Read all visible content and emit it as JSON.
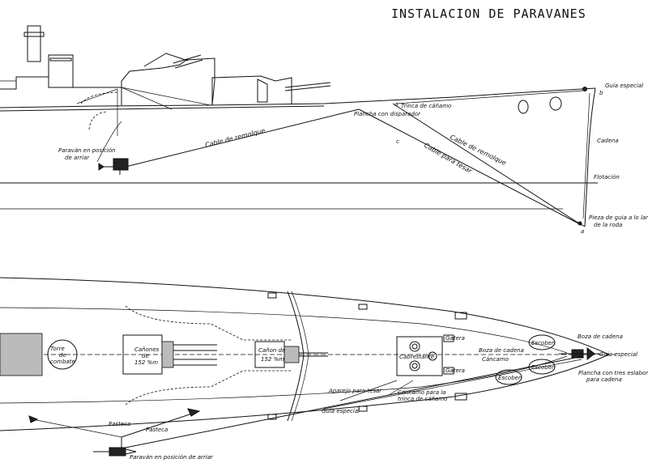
{
  "title": "INSTALACION DE PARAVANES",
  "elevation": {
    "guia_especial": "Guía especial",
    "b": "b",
    "a_small": "a",
    "trinca": "Trinca de cáñamo",
    "plancha": "Plancha con disparador",
    "paravan_1": "Paraván en posición",
    "paravan_2": "de arriar",
    "cable_remolque_1": "Cable de remolque",
    "cable_remolque_2": "Cable de remolque",
    "c": "c",
    "cable_tesar": "Cable para tesar",
    "cadena": "Cadena",
    "flotacion": "Flotación",
    "pieza_1": "Pieza de guia a lo largo",
    "pieza_2": "de la roda",
    "a": "a"
  },
  "plan": {
    "torre_1": "Torre",
    "torre_2": "de",
    "torre_3": "combate",
    "canones_1": "Cañones",
    "canones_2": "de",
    "canones_3": "152 %m",
    "canon_1": "Cañon de",
    "canon_2": "152 %m",
    "cabrestante": "Cabrestante",
    "gatera_1": "Gatera",
    "gatera_2": "Gatera",
    "boza_1": "Boza de cadena",
    "boza_2": "Boza de cadena",
    "cancamo": "Cáncamo",
    "escoben_1": "Escoben",
    "escoben_2": "Escoben",
    "escoben_3": "Escoben",
    "guia_especial": "Guia especial",
    "plancha_1": "Plancha con tres eslabones",
    "plancha_2": "para cadena",
    "aparejo": "Aparejo para tesar",
    "cancamo_trinca_1": "Cáncamo para la",
    "cancamo_trinca_2": "trinca de cáñamo",
    "guia_especial_2": "Guia especial",
    "pasteca_1": "Pasteca",
    "pasteca_2": "Pasteca",
    "paravan": "Paraván en posición de arriar"
  }
}
